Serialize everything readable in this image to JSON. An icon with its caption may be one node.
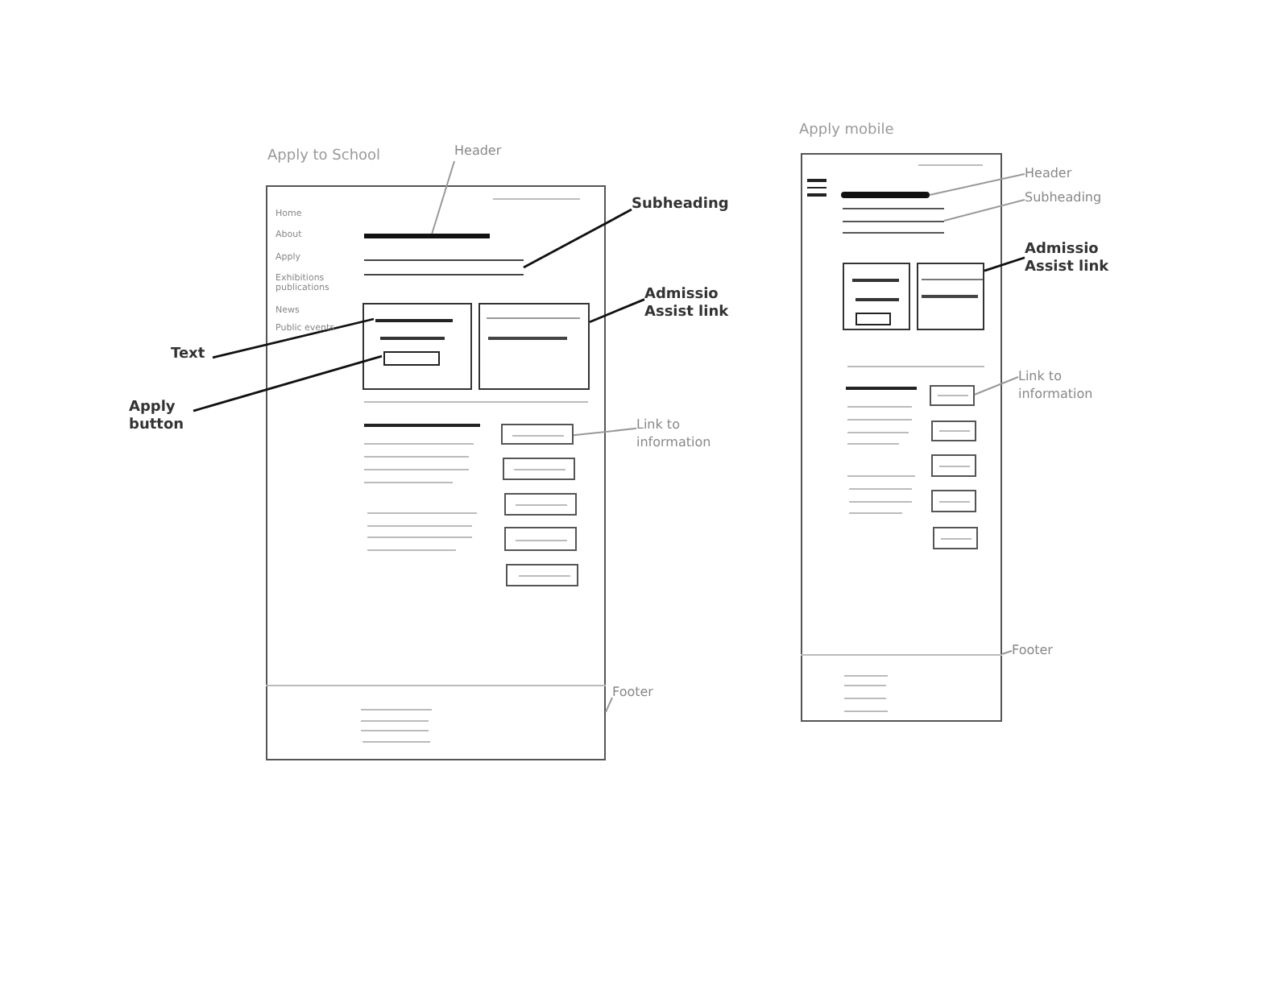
{
  "diagram": {
    "nodes": [
      {
        "text": [
          "Apply to School"
        ]
      },
      {
        "text": [],
        "shape": "bar",
        "in": 0
      },
      {
        "text": [],
        "shape": "bar",
        "in": 0
      },
      {
        "text": [],
        "shape": "box",
        "in": 0
      },
      {
        "text": [],
        "shape": "bar",
        "in": 3
      },
      {
        "text": [],
        "shape": "box",
        "in": 3
      },
      {
        "text": [],
        "shape": "box",
        "in": 0
      },
      {
        "text": [],
        "shape": "box",
        "in": 0
      },
      {
        "text": [],
        "shape": "box",
        "in": 0
      },
      {
        "text": [],
        "shape": "box",
        "in": 0
      },
      {
        "text": [],
        "shape": "box",
        "in": 0
      },
      {
        "text": [],
        "shape": "box",
        "in": 0
      },
      {
        "text": [],
        "shape": "box",
        "in": 0
      },
      {
        "text": [
          "Header"
        ]
      },
      {
        "text": [
          "Subheading"
        ]
      },
      {
        "text": [
          "Admissio Assist link"
        ]
      },
      {
        "text": [
          "Text"
        ]
      },
      {
        "text": [
          "Apply button"
        ]
      },
      {
        "text": [
          "Link to information"
        ]
      },
      {
        "text": [
          "Footer"
        ]
      },
      {
        "text": [
          "Apply mobile"
        ]
      },
      {
        "text": [],
        "shape": "bar",
        "in": 20
      },
      {
        "text": [],
        "shape": "bar",
        "in": 20
      },
      {
        "text": [],
        "shape": "box",
        "in": 20
      },
      {
        "text": [],
        "shape": "box",
        "in": 20
      },
      {
        "text": [],
        "shape": "box",
        "in": 20
      },
      {
        "text": [],
        "shape": "box",
        "in": 20
      },
      {
        "text": [],
        "shape": "box",
        "in": 20
      },
      {
        "text": [],
        "shape": "box",
        "in": 20
      },
      {
        "text": [],
        "shape": "box",
        "in": 20
      },
      {
        "text": [],
        "shape": "box",
        "in": 20
      },
      {
        "text": [
          "Header"
        ]
      },
      {
        "text": [
          "Subheading"
        ]
      },
      {
        "text": [
          "Admissio Assist link"
        ]
      },
      {
        "text": [
          "Link to information"
        ]
      },
      {
        "text": [
          "Footer"
        ]
      }
    ],
    "edges": [
      {
        "from": 13,
        "to": 1,
        "arrow": "none"
      },
      {
        "from": 14,
        "to": 2,
        "arrow": "none",
        "color": "#111111"
      },
      {
        "from": 15,
        "to": 6,
        "arrow": "none",
        "color": "#111111"
      },
      {
        "from": 16,
        "to": 4,
        "arrow": "none",
        "color": "#111111"
      },
      {
        "from": 17,
        "to": 5,
        "arrow": "none",
        "color": "#111111"
      },
      {
        "from": 18,
        "to": 7,
        "arrow": "none"
      },
      {
        "from": 19,
        "to": 12,
        "arrow": "none"
      },
      {
        "from": 31,
        "to": 21,
        "arrow": "none"
      },
      {
        "from": 32,
        "to": 22,
        "arrow": "none"
      },
      {
        "from": 33,
        "to": 24,
        "arrow": "none",
        "color": "#111111"
      },
      {
        "from": 34,
        "to": 25,
        "arrow": "none"
      },
      {
        "from": 35,
        "to": 30,
        "arrow": "none"
      }
    ],
    "labels": [
      "Home",
      "About",
      "Apply",
      "Exhibitions publications",
      "News",
      "Public events"
    ]
  }
}
